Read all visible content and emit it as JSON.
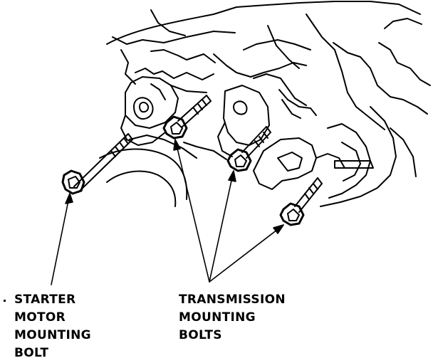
{
  "labels": {
    "starter_motor_mounting_bolt": [
      "STARTER",
      "MOTOR",
      "MOUNTING",
      "BOLT"
    ],
    "transmission_mounting_bolts": [
      "TRANSMISSION",
      "MOUNTING",
      "BOLTS"
    ]
  },
  "colors": {
    "line": "#000000",
    "background": "#ffffff"
  }
}
